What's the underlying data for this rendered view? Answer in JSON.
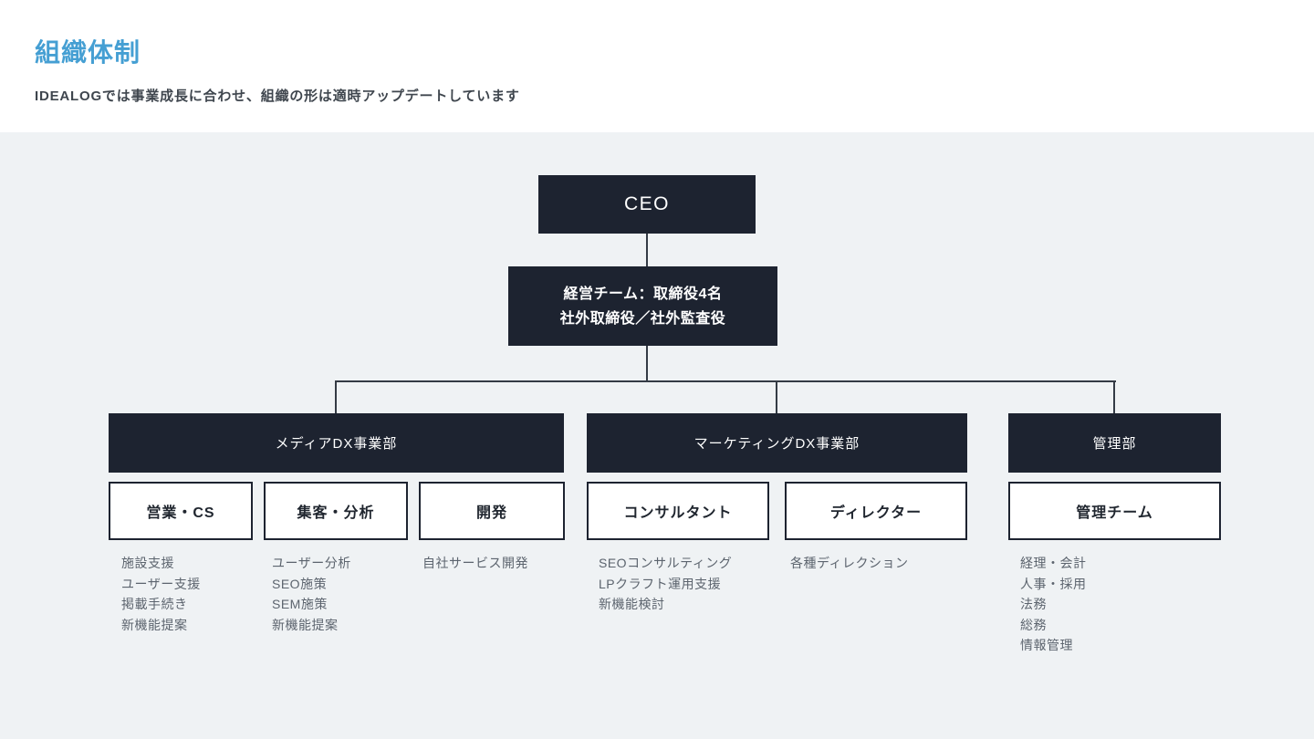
{
  "page": {
    "title": "組織体制",
    "subtitle": "IDEALOGでは事業成長に合わせ、組織の形は適時アップデートしています"
  },
  "colors": {
    "accent_blue": "#459fd3",
    "box_dark": "#1d2330",
    "panel_background": "#eff2f4",
    "connector_line": "#343b45",
    "duty_text": "#5c646e"
  },
  "org": {
    "ceo": {
      "label": "CEO"
    },
    "board": {
      "lines": [
        "経営チーム：取締役4名",
        "社外取締役／社外監査役"
      ]
    },
    "departments": [
      {
        "name": "メディアDX事業部",
        "teams": [
          {
            "name": "営業・CS",
            "duties": [
              "施設支援",
              "ユーザー支援",
              "掲載手続き",
              "新機能提案"
            ]
          },
          {
            "name": "集客・分析",
            "duties": [
              "ユーザー分析",
              "SEO施策",
              "SEM施策",
              "新機能提案"
            ]
          },
          {
            "name": "開発",
            "duties": [
              "自社サービス開発"
            ]
          }
        ]
      },
      {
        "name": "マーケティングDX事業部",
        "teams": [
          {
            "name": "コンサルタント",
            "duties": [
              "SEOコンサルティング",
              "LPクラフト運用支援",
              "新機能検討"
            ]
          },
          {
            "name": "ディレクター",
            "duties": [
              "各種ディレクション"
            ]
          }
        ]
      },
      {
        "name": "管理部",
        "teams": [
          {
            "name": "管理チーム",
            "duties": [
              "経理・会計",
              "人事・採用",
              "法務",
              "総務",
              "情報管理"
            ]
          }
        ]
      }
    ]
  }
}
